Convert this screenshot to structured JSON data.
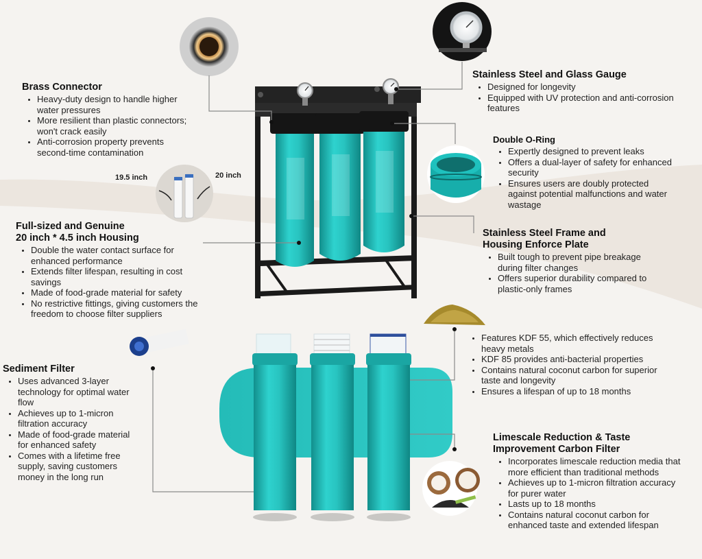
{
  "callouts": {
    "brass": {
      "title": "Brass Connector",
      "bullets": [
        "Heavy-duty design to handle higher water pressures",
        "More resilient than plastic connectors; won't crack easily",
        "Anti-corrosion property prevents second-time contamination"
      ]
    },
    "gauge": {
      "title": "Stainless Steel and Glass Gauge",
      "bullets": [
        "Designed for longevity",
        "Equipped with UV protection and anti-corrosion features"
      ]
    },
    "oring": {
      "title": "Double O-Ring",
      "bullets": [
        "Expertly designed to prevent leaks",
        "Offers a dual-layer of safety for enhanced security",
        "Ensures users are doubly protected against potential malfunctions and water wastage"
      ]
    },
    "housing": {
      "title_line1": "Full-sized and Genuine",
      "title_line2": "20 inch * 4.5 inch Housing",
      "bullets": [
        "Double the water contact surface for enhanced performance",
        "Extends filter lifespan, resulting in cost savings",
        "Made of food-grade material for safety",
        "No restrictive fittings, giving customers the freedom to choose filter suppliers"
      ]
    },
    "frame": {
      "title_line1": "Stainless Steel Frame and",
      "title_line2": "Housing Enforce Plate",
      "bullets": [
        "Built tough to prevent pipe breakage during filter changes",
        "Offers superior durability compared to plastic-only frames"
      ]
    },
    "kdf": {
      "bullets": [
        "Features KDF 55, which effectively reduces heavy metals",
        "KDF 85 provides anti-bacterial properties",
        "Contains natural coconut carbon for superior taste and longevity",
        "Ensures a lifespan of up to 18 months"
      ]
    },
    "sediment": {
      "title": "Sediment Filter",
      "bullets": [
        "Uses advanced 3-layer technology for optimal water flow",
        "Achieves up to 1-micron filtration accuracy",
        "Made of food-grade material for enhanced safety",
        "Comes with a lifetime free supply, saving customers money in the long run"
      ]
    },
    "limescale": {
      "title_line1": "Limescale Reduction & Taste",
      "title_line2": "Improvement Carbon Filter",
      "bullets": [
        "Incorporates limescale reduction media that more efficient than traditional methods",
        "Achieves up to 1-micron filtration accuracy for purer water",
        "Lasts up to 18 months",
        "Contains natural coconut carbon for enhanced taste and extended lifespan"
      ]
    }
  },
  "size_labels": {
    "left": "19.5 inch",
    "right": "20 inch"
  },
  "colors": {
    "teal": "#25c6c2",
    "teal_dark": "#159c99",
    "frame": "#1a1a1a",
    "background": "#f5f3f0",
    "swoosh": "#ece6df"
  }
}
